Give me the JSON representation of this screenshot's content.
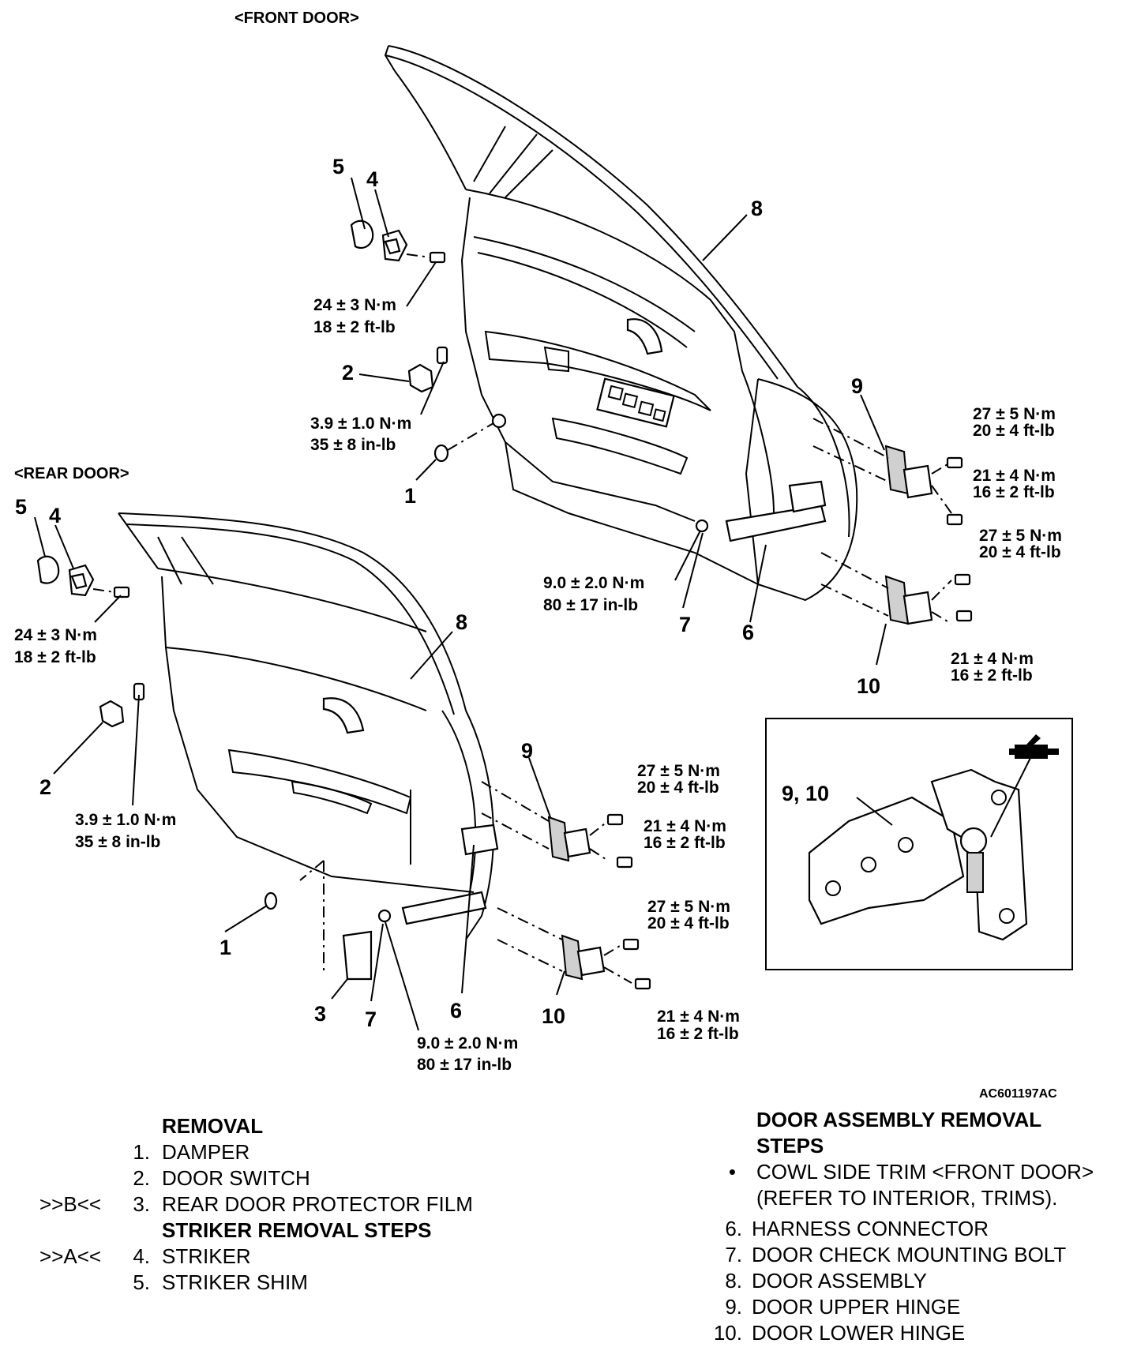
{
  "diagram": {
    "front_door_label": "<FRONT DOOR>",
    "rear_door_label": "<REAR DOOR>",
    "figure_code": "AC601197AC",
    "inset_label": "9, 10",
    "callouts": {
      "n1": "1",
      "n2": "2",
      "n3": "3",
      "n4": "4",
      "n5": "5",
      "n6": "6",
      "n7": "7",
      "n8": "8",
      "n9": "9",
      "n10": "10"
    },
    "torques": {
      "striker_nm": "24 ± 3 N·m",
      "striker_ft": "18 ± 2 ft-lb",
      "switch_nm": "3.9 ± 1.0 N·m",
      "switch_in": "35 ± 8 in-lb",
      "check_nm": "9.0 ± 2.0 N·m",
      "check_in": "80 ± 17 in-lb",
      "hinge_a_nm": "27 ± 5 N·m",
      "hinge_a_ft": "20 ± 4 ft-lb",
      "hinge_b_nm": "21 ± 4 N·m",
      "hinge_b_ft": "16 ± 2 ft-lb"
    }
  },
  "removal": {
    "heading": "REMOVAL",
    "items": [
      {
        "marker": "",
        "num": "1.",
        "text": "DAMPER"
      },
      {
        "marker": "",
        "num": "2.",
        "text": "DOOR SWITCH"
      },
      {
        "marker": ">>B<<",
        "num": "3.",
        "text": "REAR DOOR PROTECTOR FILM"
      }
    ],
    "striker_heading": "STRIKER REMOVAL STEPS",
    "striker_items": [
      {
        "marker": ">>A<<",
        "num": "4.",
        "text": "STRIKER"
      },
      {
        "marker": "",
        "num": "5.",
        "text": "STRIKER SHIM"
      }
    ]
  },
  "door_assembly": {
    "heading_line1": "DOOR ASSEMBLY REMOVAL",
    "heading_line2": "STEPS",
    "bullet": "•",
    "bullet_line1": "COWL SIDE TRIM <FRONT DOOR>",
    "bullet_line2": "(REFER TO INTERIOR, TRIMS).",
    "items": [
      {
        "num": "6.",
        "text": "HARNESS CONNECTOR"
      },
      {
        "num": "7.",
        "text": "DOOR CHECK MOUNTING BOLT"
      },
      {
        "num": "8.",
        "text": "DOOR ASSEMBLY"
      },
      {
        "num": "9.",
        "text": "DOOR UPPER HINGE"
      },
      {
        "num": "10.",
        "text": "DOOR LOWER HINGE"
      }
    ]
  }
}
